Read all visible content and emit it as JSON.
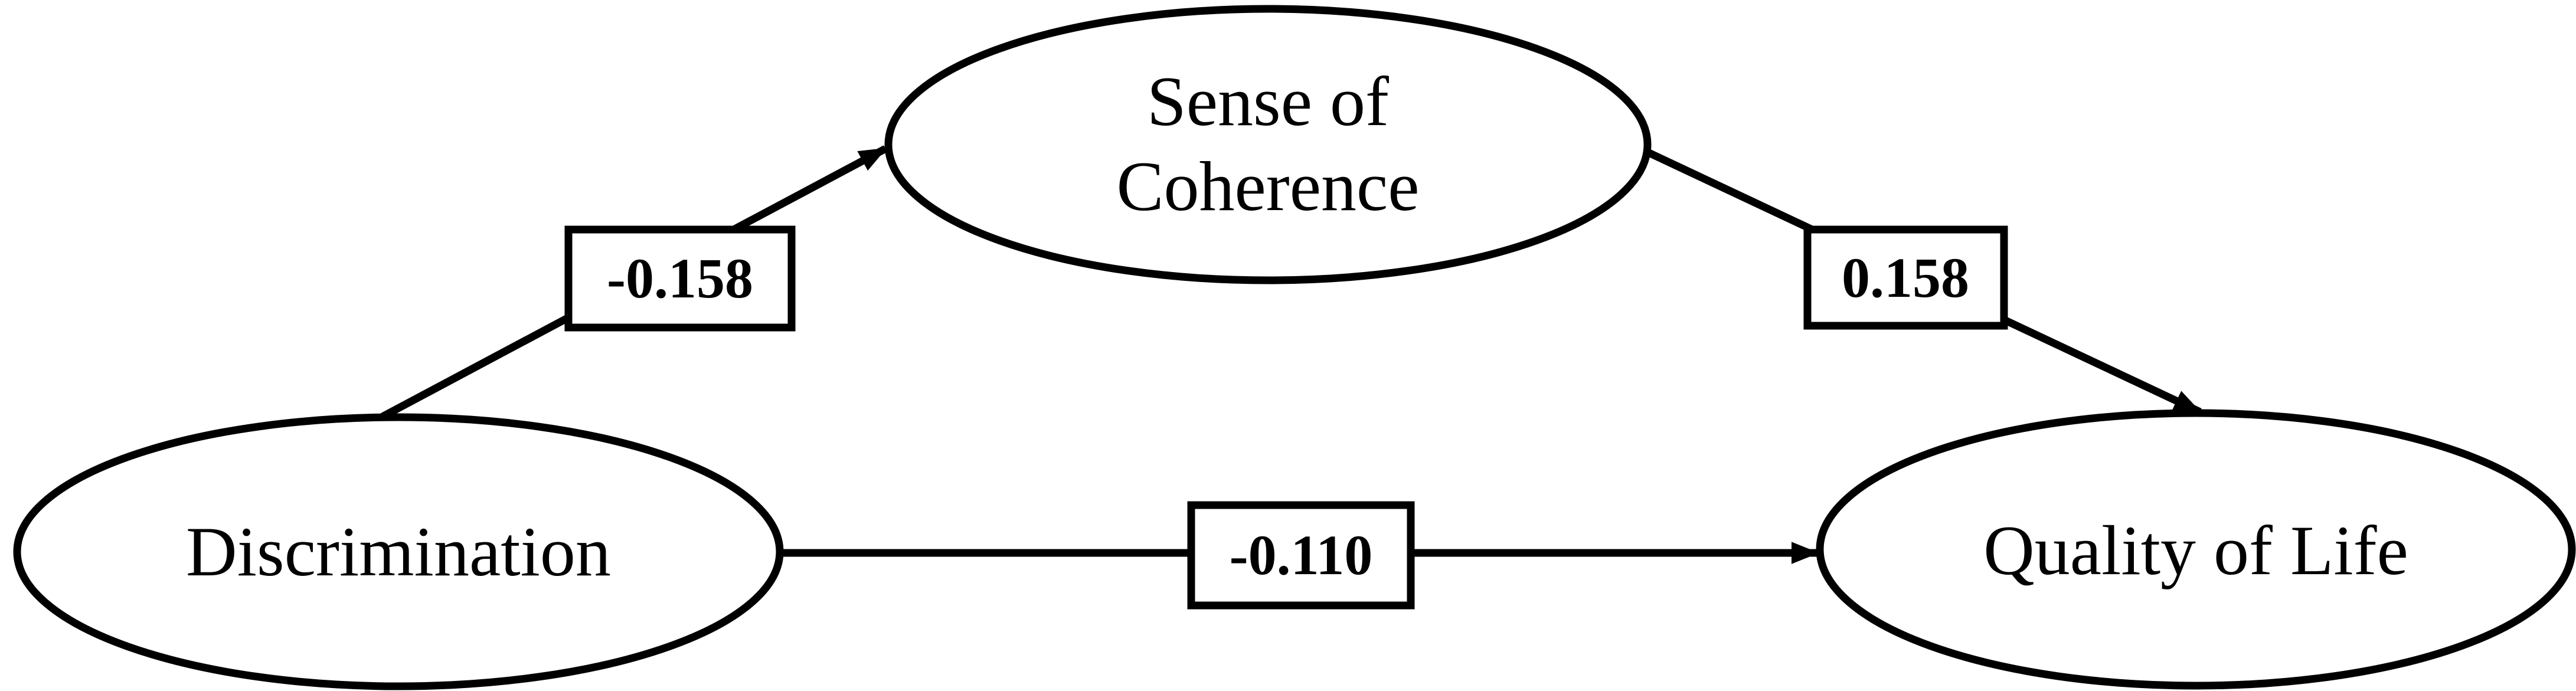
{
  "colors": {
    "ink": "#000000",
    "background": "#ffffff"
  },
  "nodes": {
    "mediator": {
      "line1": "Sense of",
      "line2": "Coherence"
    },
    "predictor": {
      "label": "Discrimination"
    },
    "outcome": {
      "label": "Quality of Life"
    }
  },
  "edges": {
    "predictor_to_mediator": {
      "coefficient": "-0.158"
    },
    "mediator_to_outcome": {
      "coefficient": "0.158"
    },
    "predictor_to_outcome": {
      "coefficient": "-0.110"
    }
  }
}
